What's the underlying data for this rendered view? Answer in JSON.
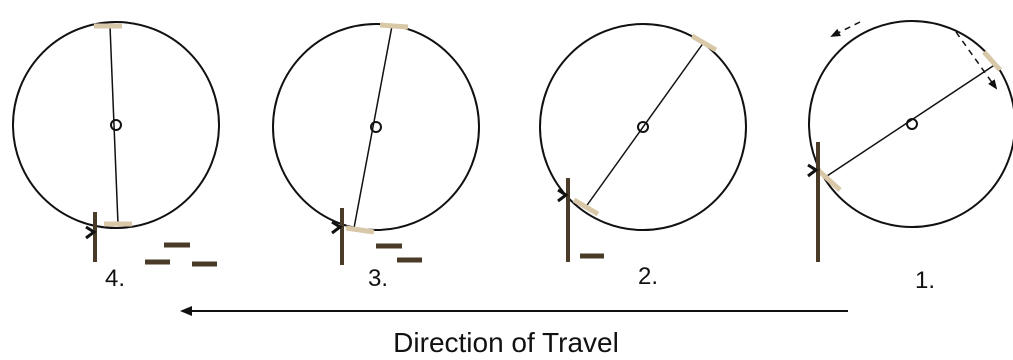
{
  "diagram": {
    "steps": [
      {
        "label": "4.",
        "rod_angle_deg": 92
      },
      {
        "label": "3.",
        "rod_angle_deg": 103
      },
      {
        "label": "2.",
        "rod_angle_deg": 129
      },
      {
        "label": "1.",
        "rod_angle_deg": 150
      }
    ],
    "caption": "Direction of Travel",
    "colors": {
      "wheel": "#111111",
      "pad": "#d8c8a8",
      "post": "#4a3b28",
      "debris": "#4a3b28",
      "arrow": "#111111"
    }
  }
}
